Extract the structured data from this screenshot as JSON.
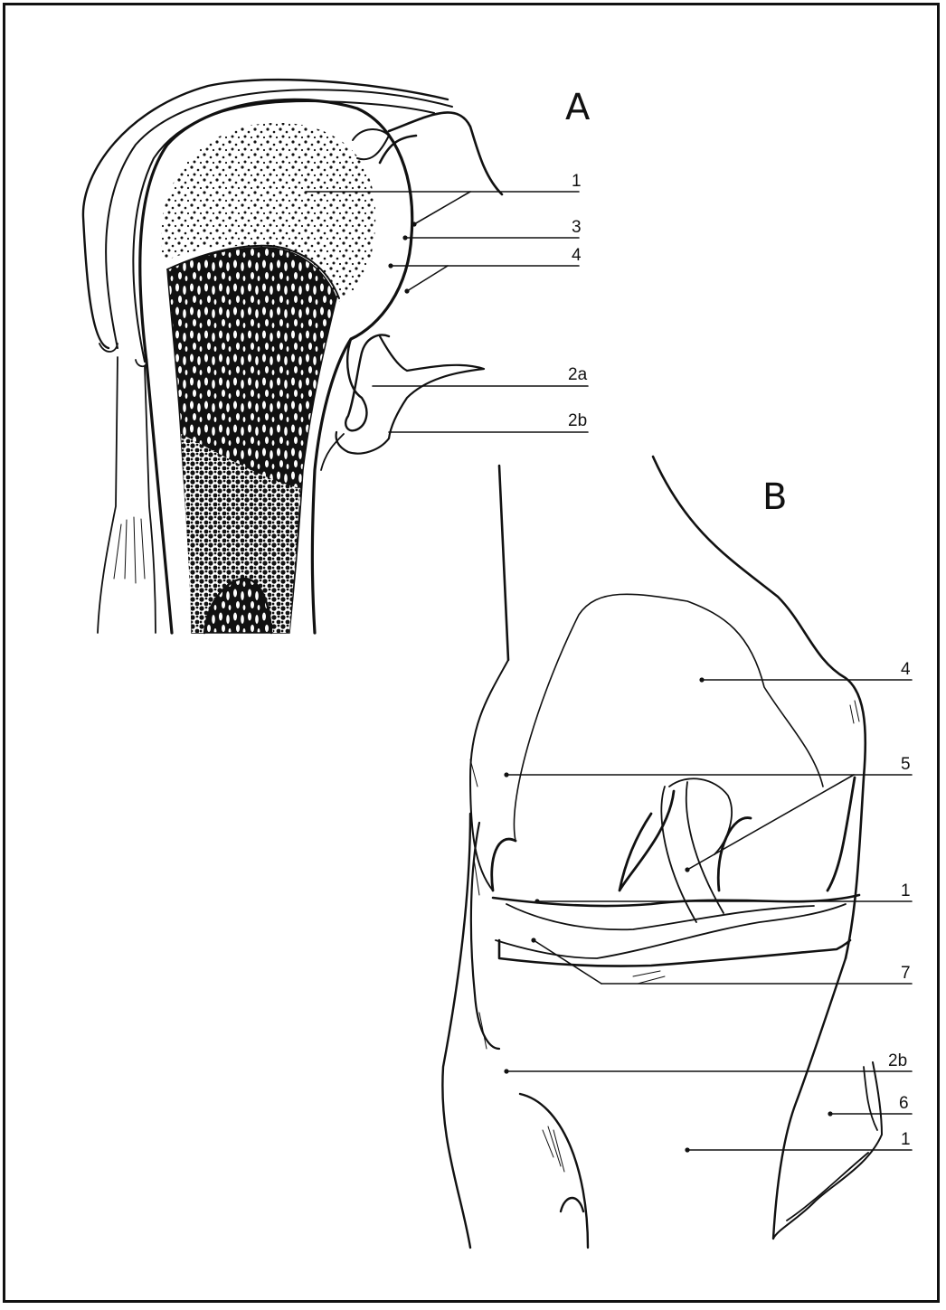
{
  "panels": [
    {
      "id": "A",
      "letter": "A",
      "labels": [
        {
          "text": "1"
        },
        {
          "text": "3"
        },
        {
          "text": "4"
        },
        {
          "text": "2a"
        },
        {
          "text": "2b"
        }
      ]
    },
    {
      "id": "B",
      "letter": "B",
      "labels": [
        {
          "text": "4"
        },
        {
          "text": "5"
        },
        {
          "text": "1"
        },
        {
          "text": "7"
        },
        {
          "text": "2b"
        },
        {
          "text": "6"
        },
        {
          "text": "1"
        }
      ]
    }
  ],
  "colors": {
    "ink": "#111111",
    "paper": "#ffffff"
  }
}
